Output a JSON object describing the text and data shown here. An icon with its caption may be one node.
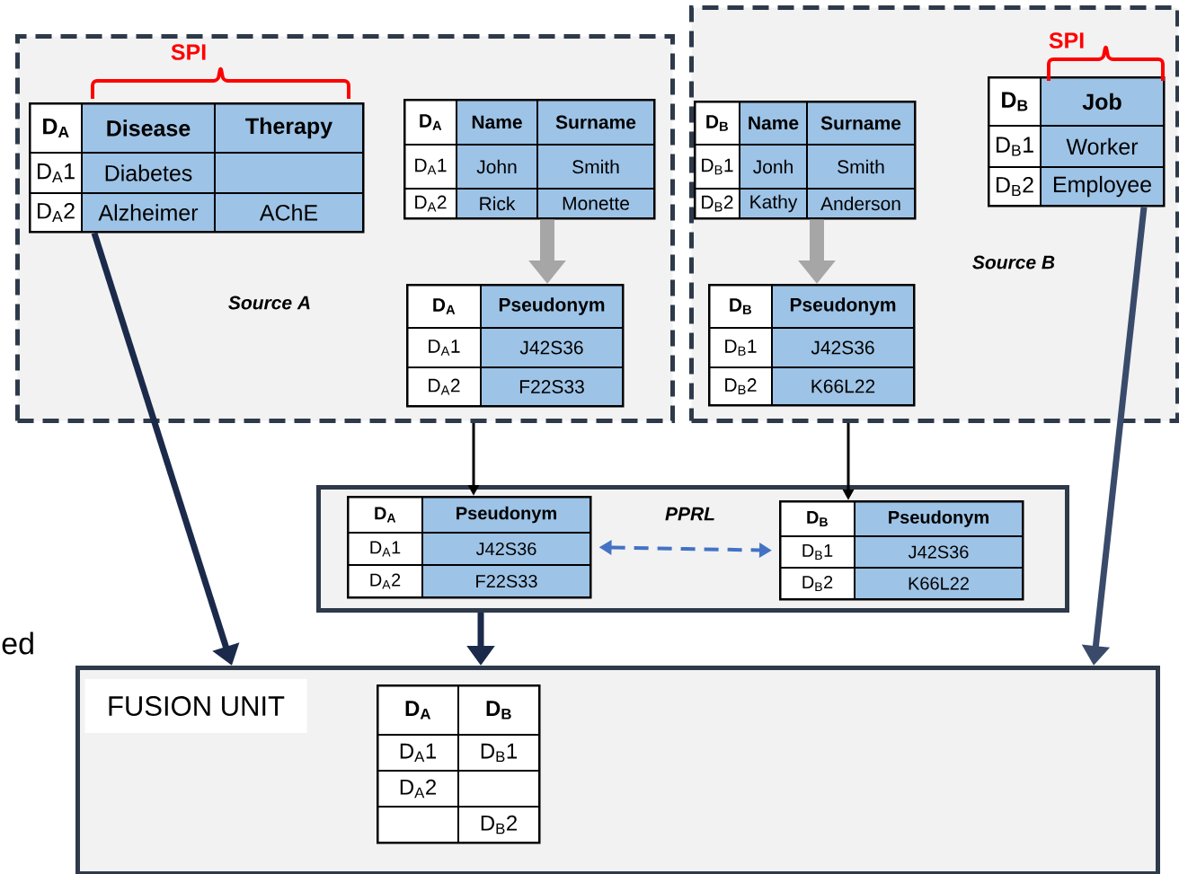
{
  "diagram": {
    "nodes": [
      {
        "text": [
          "Source A"
        ]
      },
      {
        "text": [
          "D$_{A}$",
          "Disease",
          "Therapy",
          "D$_{A}$1",
          "Diabetes",
          "D$_{A}$2",
          "Alzheimer",
          "AChE"
        ],
        "beside": [
          "SPI"
        ],
        "in": 0
      },
      {
        "text": [
          "D$_{A}$",
          "Name",
          "Surname",
          "D$_{A}$1",
          "John",
          "Smith",
          "D$_{A}$2",
          "Rick",
          "Monette"
        ],
        "in": 0
      },
      {
        "text": [
          "D$_{A}$",
          "Pseudonym",
          "D$_{A}$1",
          "J42S36",
          "D$_{A}$2",
          "F22S33"
        ],
        "in": 0
      },
      {
        "text": [
          "Source B"
        ]
      },
      {
        "text": [
          "D$_{B}$",
          "Name",
          "Surname",
          "D$_{B}$1",
          "Jonh",
          "Smith",
          "D$_{B}$2",
          "Kathy",
          "Anderson"
        ],
        "in": 4
      },
      {
        "text": [
          "D$_{B}$",
          "Job",
          "D$_{B}$1",
          "Worker",
          "D$_{B}$2",
          "Employee"
        ],
        "beside": [
          "SPI"
        ],
        "in": 4
      },
      {
        "text": [
          "D$_{B}$",
          "Pseudonym",
          "D$_{B}$1",
          "J42S36",
          "D$_{B}$2",
          "K66L22"
        ],
        "in": 4
      },
      {
        "text": [
          "PPRL"
        ]
      },
      {
        "text": [
          "D$_{A}$",
          "Pseudonym",
          "D$_{A}$1",
          "J42S36",
          "D$_{A}$2",
          "F22S33"
        ],
        "in": 8
      },
      {
        "text": [
          "D$_{B}$",
          "Pseudonym",
          "D$_{B}$1",
          "J42S36",
          "D$_{B}$2",
          "K66L22"
        ],
        "in": 8
      },
      {
        "text": [
          "FUSION UNIT"
        ]
      },
      {
        "text": [
          "D$_{A}$",
          "D$_{B}$",
          "D$_{A}$1",
          "D$_{B}$1",
          "D$_{A}$2",
          "D$_{B}$2"
        ],
        "in": 11
      }
    ],
    "edges": [
      {
        "from": 2,
        "to": 3,
        "arrow": "to",
        "style": "thick",
        "color": "#a6a6a6"
      },
      {
        "from": 5,
        "to": 7,
        "arrow": "to",
        "style": "thick",
        "color": "#a6a6a6"
      },
      {
        "from": 0,
        "to": 9,
        "arrow": "to",
        "color": "#000000"
      },
      {
        "from": 4,
        "to": 10,
        "arrow": "to",
        "color": "#000000"
      },
      {
        "from": 9,
        "to": 10,
        "arrow": "both",
        "style": "dashed",
        "color": "#4472c4"
      },
      {
        "from": 1,
        "to": 11,
        "arrow": "to",
        "color": "#1b2a4a"
      },
      {
        "from": 8,
        "to": 11,
        "arrow": "to",
        "color": "#1b2a4a"
      },
      {
        "from": 6,
        "to": 11,
        "arrow": "to",
        "color": "#3a4a6a"
      }
    ],
    "labels": [
      "ed"
    ]
  }
}
